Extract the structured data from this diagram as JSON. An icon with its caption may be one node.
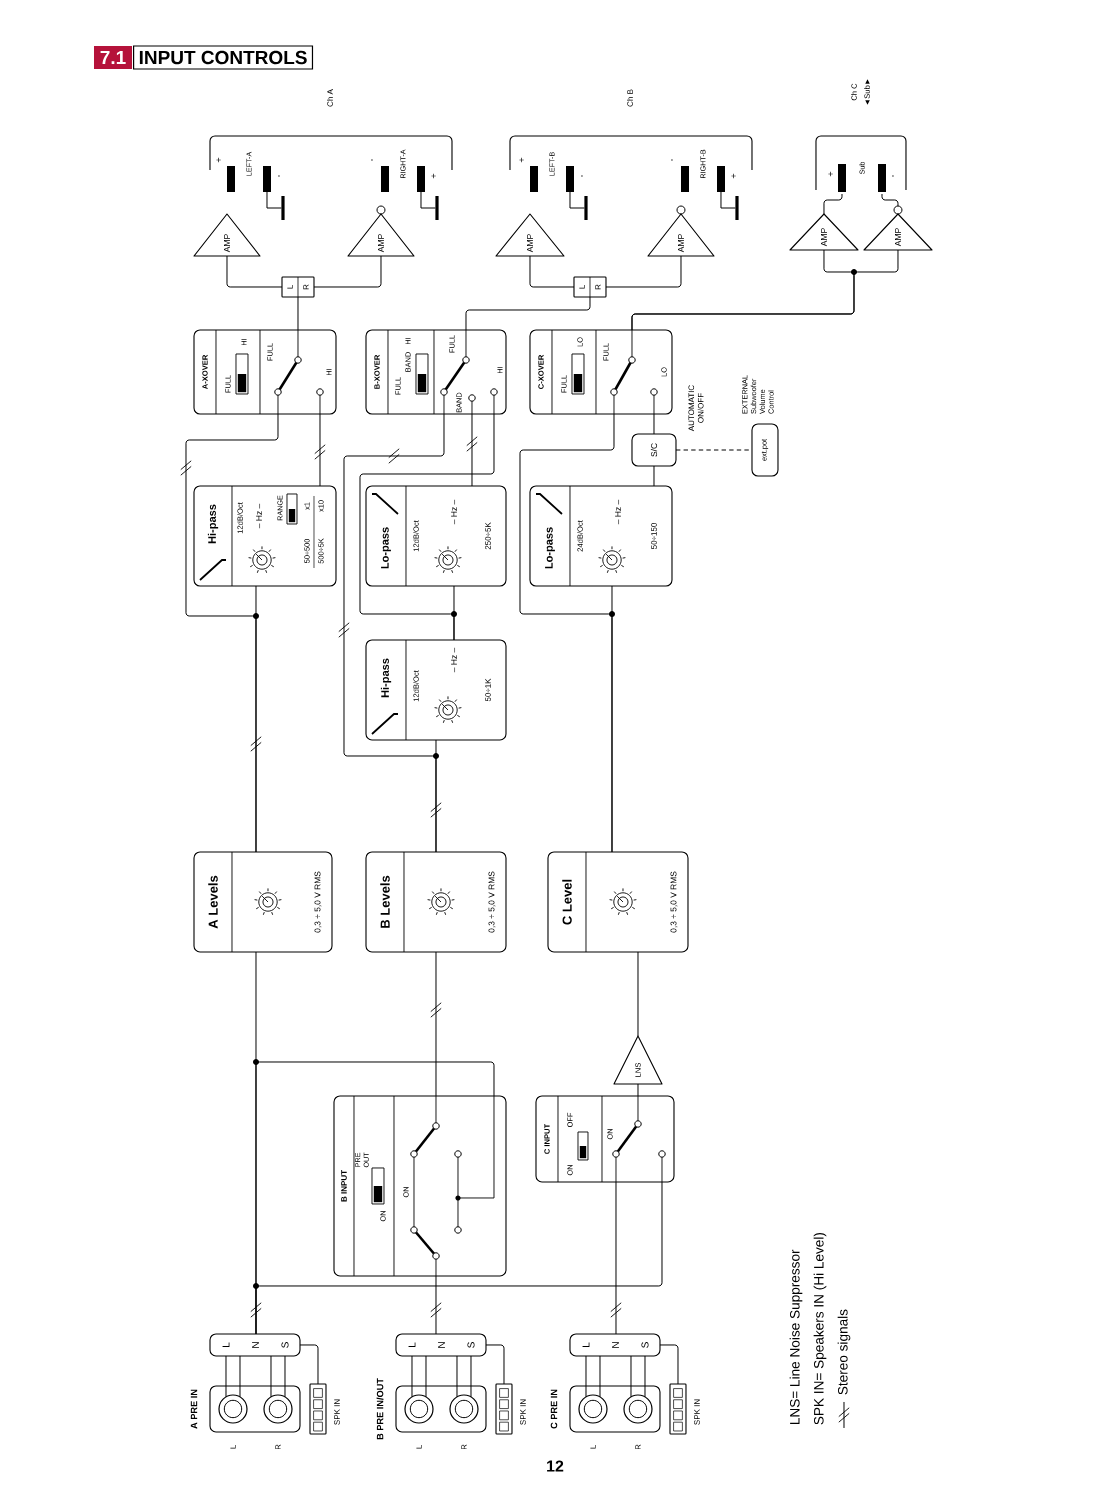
{
  "diagram": {
    "title": "INPUT CONTROLS",
    "nodes": [
      {
        "text": [
          "A PRE IN",
          "L",
          "R"
        ]
      },
      {
        "text": [],
        "shape": "circle",
        "in": 0
      },
      {
        "text": [],
        "shape": "circle",
        "in": 0
      },
      {
        "text": [
          "L",
          "N",
          "S"
        ]
      },
      {
        "text": [
          "SPK IN"
        ]
      },
      {
        "text": [
          "B PRE IN/OUT",
          "L",
          "R"
        ]
      },
      {
        "text": [],
        "shape": "circle",
        "in": 5
      },
      {
        "text": [],
        "shape": "circle",
        "in": 5
      },
      {
        "text": [
          "L",
          "N",
          "S"
        ]
      },
      {
        "text": [
          "SPK IN"
        ]
      },
      {
        "text": [
          "C PRE IN",
          "L",
          "R"
        ]
      },
      {
        "text": [],
        "shape": "circle",
        "in": 10
      },
      {
        "text": [],
        "shape": "circle",
        "in": 10
      },
      {
        "text": [
          "L",
          "N",
          "S"
        ]
      },
      {
        "text": [
          "SPK IN"
        ]
      },
      {
        "text": [
          "B INPUT",
          "ON",
          "PRE OUT",
          "ON"
        ]
      },
      {
        "text": [
          "C INPUT",
          "ON",
          "OFF",
          "ON"
        ]
      },
      {
        "text": [
          "LNS"
        ]
      },
      {
        "text": [
          "A Levels",
          "0,3 ÷ 5,0 V RMS"
        ]
      },
      {
        "text": [
          "B Levels",
          "0,3 ÷ 5,0 V RMS"
        ]
      },
      {
        "text": [
          "C Level",
          "0,3 ÷ 5,0 V RMS"
        ]
      },
      {
        "text": [
          "Hi-pass",
          "12dB/Oct",
          "– Hz –",
          "RANGE",
          "x1",
          "x10",
          "50÷500",
          "500÷5K"
        ]
      },
      {
        "text": [
          "Hi-pass",
          "12dB/Oct",
          "– Hz –",
          "50÷1K"
        ]
      },
      {
        "text": [
          "Lo-pass",
          "12dB/Oct",
          "– Hz –",
          "250÷5K"
        ]
      },
      {
        "text": [
          "Lo-pass",
          "24dB/Oct",
          "– Hz –",
          "50÷150"
        ]
      },
      {
        "text": [
          "S/C"
        ]
      },
      {
        "text": [
          "ext.pot"
        ],
        "beside": [
          "EXTERNAL Subwoofer Volume Control"
        ]
      },
      {
        "text": [
          "A-XOVER",
          "FULL",
          "HI",
          "FULL",
          "HI"
        ]
      },
      {
        "text": [
          "B-XOVER",
          "FULL",
          "BAND",
          "HI",
          "FULL",
          "BAND",
          "HI"
        ]
      },
      {
        "text": [
          "C-XOVER",
          "FULL",
          "LO",
          "FULL",
          "LO"
        ]
      },
      {
        "text": [
          "L",
          "R"
        ]
      },
      {
        "text": [
          "L",
          "R"
        ]
      },
      {
        "text": [
          "AMP"
        ]
      },
      {
        "text": [
          "AMP"
        ]
      },
      {
        "text": [
          "AMP"
        ]
      },
      {
        "text": [
          "AMP"
        ]
      },
      {
        "text": [
          "AMP"
        ]
      },
      {
        "text": [
          "AMP"
        ]
      },
      {
        "text": [
          "Ch A",
          "+",
          "LEFT-A",
          "-",
          "-",
          "RIGHT-A",
          "+"
        ]
      },
      {
        "text": [
          "Ch B",
          "+",
          "LEFT-B",
          "-",
          "-",
          "RIGHT-B",
          "+"
        ]
      },
      {
        "text": [
          "Ch C",
          "◄Sub►",
          "+",
          "Sub",
          "-"
        ]
      }
    ],
    "edges": [
      {
        "from": 3,
        "to": 1,
        "arrow": "none"
      },
      {
        "from": 3,
        "to": 1,
        "arrow": "none"
      },
      {
        "from": 3,
        "to": 2,
        "arrow": "none"
      },
      {
        "from": 3,
        "to": 2,
        "arrow": "none"
      },
      {
        "from": 3,
        "to": 4,
        "arrow": "none"
      },
      {
        "from": 8,
        "to": 6,
        "arrow": "none"
      },
      {
        "from": 8,
        "to": 6,
        "arrow": "none"
      },
      {
        "from": 8,
        "to": 7,
        "arrow": "none"
      },
      {
        "from": 8,
        "to": 7,
        "arrow": "none"
      },
      {
        "from": 8,
        "to": 9,
        "arrow": "none"
      },
      {
        "from": 13,
        "to": 11,
        "arrow": "none"
      },
      {
        "from": 13,
        "to": 11,
        "arrow": "none"
      },
      {
        "from": 13,
        "to": 12,
        "arrow": "none"
      },
      {
        "from": 13,
        "to": 12,
        "arrow": "none"
      },
      {
        "from": 13,
        "to": 14,
        "arrow": "none"
      },
      {
        "from": 3,
        "to": 18,
        "arrow": "none"
      },
      {
        "from": 3,
        "to": 15,
        "arrow": "none"
      },
      {
        "from": 3,
        "to": 16,
        "arrow": "none"
      },
      {
        "from": 8,
        "to": 15,
        "arrow": "none"
      },
      {
        "from": 13,
        "to": 16,
        "arrow": "none"
      },
      {
        "from": 15,
        "to": 19,
        "arrow": "none"
      },
      {
        "from": 16,
        "to": 17,
        "arrow": "none"
      },
      {
        "from": 17,
        "to": 20,
        "arrow": "none"
      },
      {
        "from": 18,
        "to": 21,
        "arrow": "none"
      },
      {
        "from": 18,
        "to": 27,
        "arrow": "none"
      },
      {
        "from": 21,
        "to": 27,
        "arrow": "none"
      },
      {
        "from": 27,
        "to": 30,
        "arrow": "none"
      },
      {
        "from": 30,
        "to": 32,
        "arrow": "none"
      },
      {
        "from": 30,
        "to": 33,
        "arrow": "none"
      },
      {
        "from": 19,
        "to": 22,
        "arrow": "none"
      },
      {
        "from": 19,
        "to": 28,
        "arrow": "none"
      },
      {
        "from": 22,
        "to": 23,
        "arrow": "none"
      },
      {
        "from": 22,
        "to": 28,
        "arrow": "none"
      },
      {
        "from": 23,
        "to": 28,
        "arrow": "none"
      },
      {
        "from": 28,
        "to": 31,
        "arrow": "none"
      },
      {
        "from": 31,
        "to": 34,
        "arrow": "none"
      },
      {
        "from": 31,
        "to": 35,
        "arrow": "none"
      },
      {
        "from": 20,
        "to": 24,
        "arrow": "none"
      },
      {
        "from": 20,
        "to": 29,
        "arrow": "none"
      },
      {
        "from": 24,
        "to": 25,
        "arrow": "none"
      },
      {
        "from": 25,
        "to": 29,
        "arrow": "none"
      },
      {
        "from": 25,
        "to": 26,
        "arrow": "none",
        "style": "dashed",
        "label": "AUTOMATIC ON/OFF"
      },
      {
        "from": 29,
        "to": 36,
        "arrow": "none"
      },
      {
        "from": 29,
        "to": 37,
        "arrow": "none"
      },
      {
        "from": 36,
        "to": 40,
        "arrow": "none"
      },
      {
        "from": 37,
        "to": 40,
        "arrow": "none"
      }
    ],
    "labels": [
      "7.1",
      "LNS= Line Noise Suppressor",
      "SPK IN= Speakers IN (Hi Level)",
      "12"
    ],
    "legend": [
      {
        "text": "Stereo signals"
      }
    ]
  }
}
